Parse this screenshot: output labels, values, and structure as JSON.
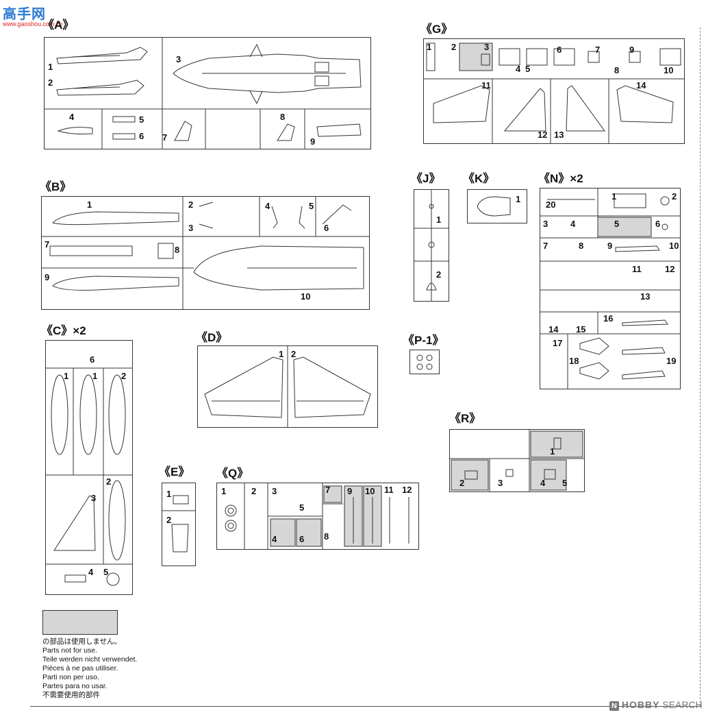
{
  "logo": {
    "cn": "高手网",
    "url": "www.gaoshou.com.cn"
  },
  "watermark": {
    "icon": "N",
    "brand": "HOBBY",
    "suffix": "SEARCH"
  },
  "shade_color": "#d6d6d6",
  "sprues": {
    "A": {
      "label": "《A》",
      "parts": [
        "1",
        "2",
        "3",
        "4",
        "5",
        "6",
        "7",
        "8",
        "9"
      ]
    },
    "B": {
      "label": "《B》",
      "parts": [
        "1",
        "2",
        "3",
        "4",
        "5",
        "6",
        "7",
        "8",
        "9",
        "10"
      ]
    },
    "C": {
      "label": "《C》×2",
      "parts": [
        "1",
        "1",
        "2",
        "2",
        "3",
        "4",
        "5",
        "6"
      ]
    },
    "D": {
      "label": "《D》",
      "parts": [
        "1",
        "2"
      ]
    },
    "E": {
      "label": "《E》",
      "parts": [
        "1",
        "2"
      ]
    },
    "G": {
      "label": "《G》",
      "parts": [
        "1",
        "2",
        "3",
        "4",
        "5",
        "6",
        "7",
        "8",
        "9",
        "10",
        "11",
        "12",
        "13",
        "14"
      ]
    },
    "J": {
      "label": "《J》",
      "parts": [
        "1",
        "2"
      ]
    },
    "K": {
      "label": "《K》",
      "parts": [
        "1"
      ]
    },
    "N": {
      "label": "《N》×2",
      "parts": [
        "1",
        "2",
        "3",
        "4",
        "5",
        "6",
        "7",
        "8",
        "9",
        "10",
        "11",
        "12",
        "13",
        "14",
        "15",
        "16",
        "17",
        "18",
        "19",
        "20"
      ]
    },
    "P": {
      "label": "《P-1》"
    },
    "Q": {
      "label": "《Q》",
      "parts": [
        "1",
        "2",
        "3",
        "4",
        "5",
        "6",
        "7",
        "8",
        "9",
        "10",
        "11",
        "12"
      ]
    },
    "R": {
      "label": "《R》",
      "parts": [
        "1",
        "2",
        "3",
        "4",
        "5"
      ]
    }
  },
  "legend": {
    "lines": [
      "の部品は使用しません。",
      "Parts not for use.",
      "Teile werden nicht verwendet.",
      "Pièces à ne pas utiliser.",
      "Parti non per uso.",
      "Partes para no usar.",
      "不需要使用的部件"
    ]
  }
}
